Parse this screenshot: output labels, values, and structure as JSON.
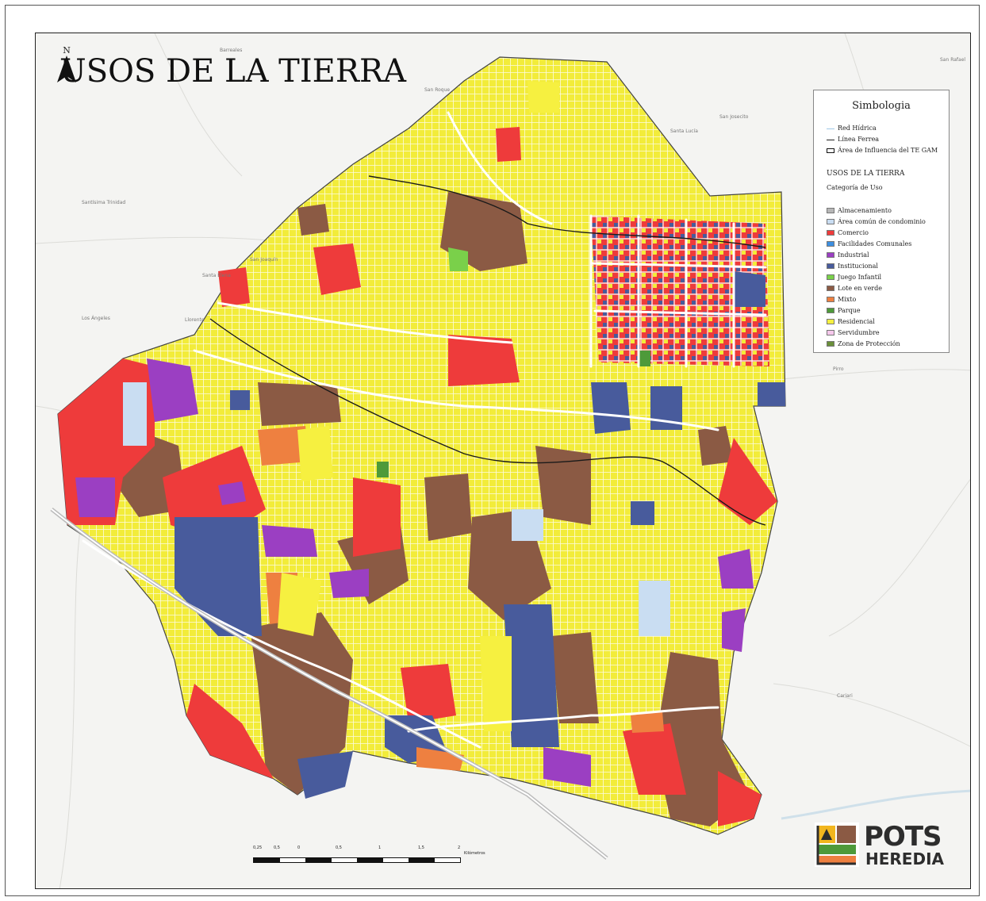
{
  "title": "USOS DE LA TIERRA",
  "north_label": "N",
  "legend": {
    "title": "Simbologia",
    "lines": [
      {
        "label": "Red Hídrica",
        "color": "#9ec7e6",
        "style": "thin"
      },
      {
        "label": "Línea Ferrea",
        "color": "#222222",
        "style": "solid"
      },
      {
        "label": "Área de Influencia del TE GAM",
        "color": "#111111",
        "style": "box"
      }
    ],
    "section": "USOS DE LA TIERRA",
    "subsection": "Categoría de Uso",
    "categories": [
      {
        "label": "Almacenamiento",
        "color": "#b7b7b7"
      },
      {
        "label": "Área común de condominio",
        "color": "#c9ddf2"
      },
      {
        "label": "Comercio",
        "color": "#ee3b3b"
      },
      {
        "label": "Facilidades Comunales",
        "color": "#3d8fe0"
      },
      {
        "label": "Industrial",
        "color": "#9b3fc2"
      },
      {
        "label": "Institucional",
        "color": "#485b9c"
      },
      {
        "label": "Juego Infantil",
        "color": "#7ad04a"
      },
      {
        "label": "Lote en verde",
        "color": "#8b5a44"
      },
      {
        "label": "Mixto",
        "color": "#ee8040"
      },
      {
        "label": "Parque",
        "color": "#4e9a3a"
      },
      {
        "label": "Residencial",
        "color": "#f6f040"
      },
      {
        "label": "Servidumbre",
        "color": "#f6c8ec"
      },
      {
        "label": "Zona de Protección",
        "color": "#6a8f3a"
      }
    ]
  },
  "places": [
    "Barreales",
    "San Roque",
    "Santa Lucía",
    "San Josecito",
    "Santísima Trinidad",
    "San Joaquín",
    "Santa Elena",
    "Los Ángeles",
    "Llorente",
    "Pirro",
    "Cariari",
    "San Rafael"
  ],
  "scale": {
    "ticks": [
      "0,25",
      "0,5",
      "0",
      "0,5",
      "1",
      "1,5",
      "2"
    ],
    "unit": "Kilómetros"
  },
  "logo": {
    "line1": "POTS",
    "line2": "HEREDIA"
  }
}
